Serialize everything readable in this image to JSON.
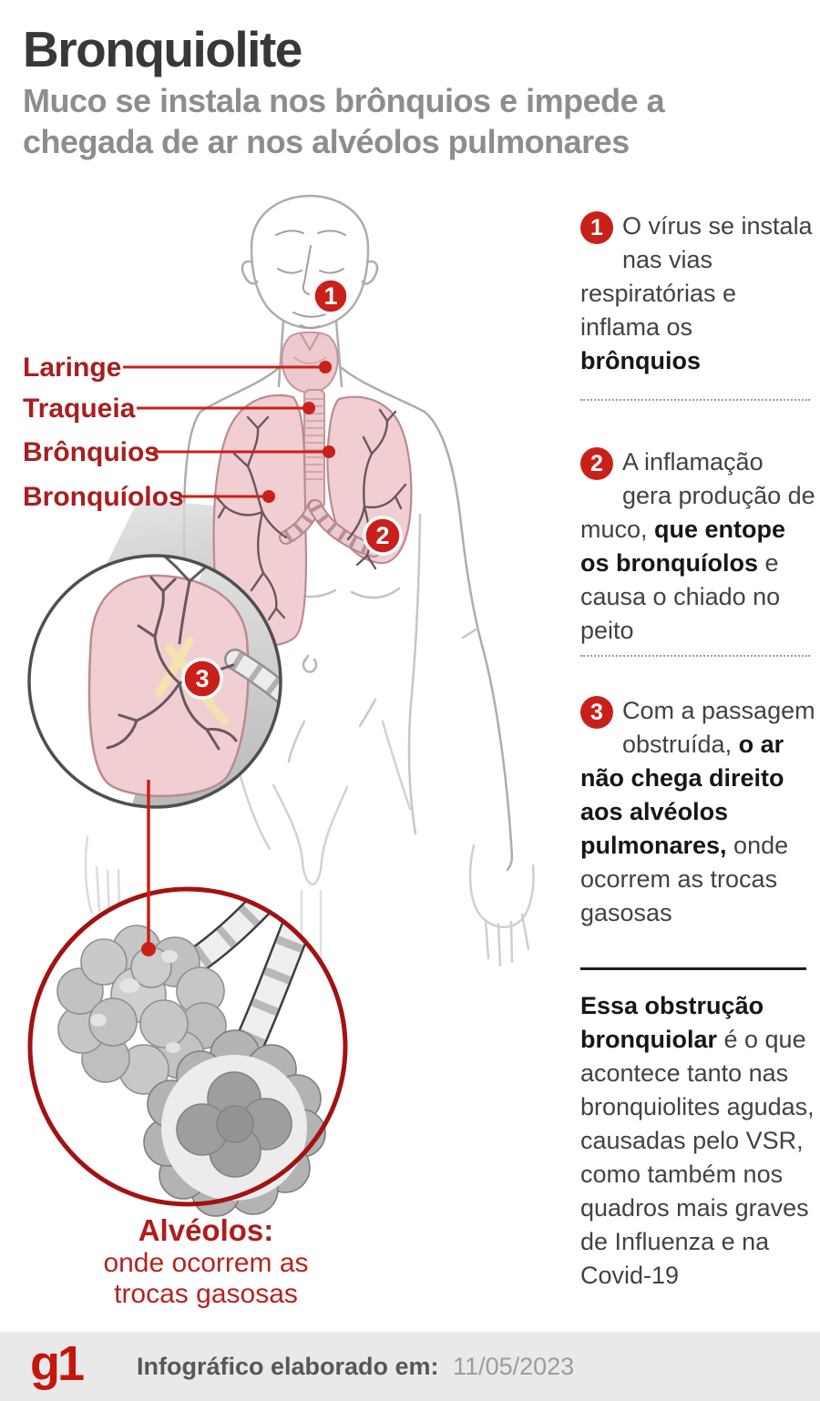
{
  "header": {
    "title": "Bronquiolite",
    "subtitle": "Muco se instala nos brônquios e impede a chegada de ar nos alvéolos pulmonares"
  },
  "anatomy": {
    "labels": [
      {
        "name": "Laringe"
      },
      {
        "name": "Traqueia"
      },
      {
        "name": "Brônquios"
      },
      {
        "name": "Bronquíolos"
      }
    ],
    "markers": [
      "1",
      "2",
      "3"
    ]
  },
  "steps": [
    {
      "badge": "1",
      "segments": [
        {
          "text": "O vírus se instala nas vias respiratórias e inflama os ",
          "bold": false
        },
        {
          "text": "brônquios",
          "bold": true
        }
      ]
    },
    {
      "badge": "2",
      "segments": [
        {
          "text": "A inflamação gera produção de muco, ",
          "bold": false
        },
        {
          "text": "que entope os bronquíolos",
          "bold": true
        },
        {
          "text": " e causa o chiado no peito",
          "bold": false
        }
      ]
    },
    {
      "badge": "3",
      "segments": [
        {
          "text": "Com a passagem obstruída, ",
          "bold": false
        },
        {
          "text": "o ar não chega direito aos alvéolos pulmonares,",
          "bold": true
        },
        {
          "text": " onde ocorrem as trocas gasosas",
          "bold": false
        }
      ]
    }
  ],
  "note": {
    "segments": [
      {
        "text": "Essa obstrução bronquiolar",
        "bold": true
      },
      {
        "text": " é o que acontece tanto nas bronquiolites agudas, causadas pelo VSR, como também nos quadros mais graves de Influenza e na Covid-19",
        "bold": false
      }
    ]
  },
  "alveoli": {
    "title": "Alvéolos:",
    "caption": "onde ocorrem as trocas gasosas"
  },
  "footer": {
    "logo": "g1",
    "label": "Infográfico elaborado em:",
    "date": "11/05/2023"
  },
  "colors": {
    "accent_red": "#c9201a",
    "label_red": "#a81e20",
    "ring_red": "#a31212",
    "lung_pink": "#f1ced2",
    "subtitle_gray": "#8d8d8d",
    "title_gray": "#383838",
    "text_gray": "#424242",
    "footer_bg": "#e9e9e9",
    "logo_red": "#c4170c",
    "mucus_yellow": "#f3e4ae"
  }
}
